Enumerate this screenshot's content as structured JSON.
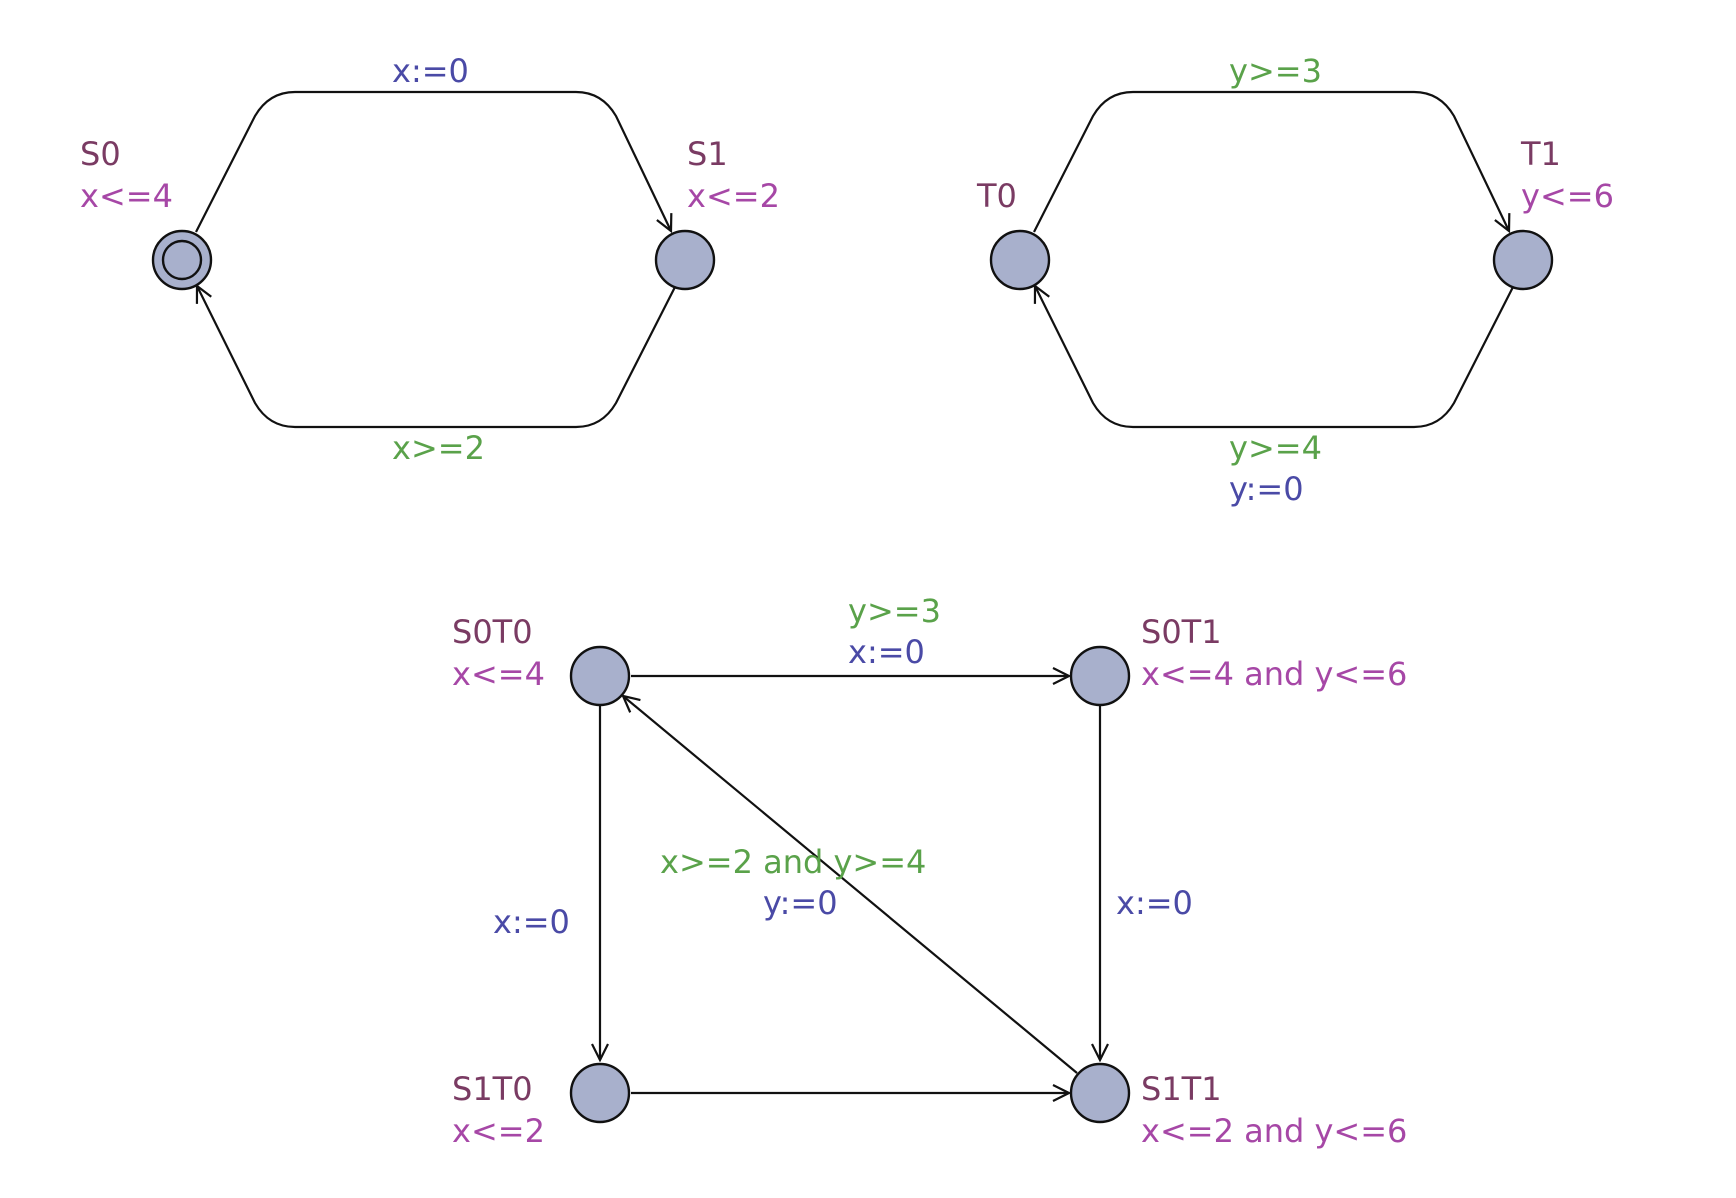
{
  "colors": {
    "location_name": "#7a3b63",
    "invariant": "#a647a6",
    "guard": "#5aa24a",
    "assignment": "#4a4aa6",
    "node_fill": "#a8b0cc",
    "edge": "#111111"
  },
  "automaton_s": {
    "locations": [
      {
        "id": "S0",
        "name": "S0",
        "invariant": "x<=4",
        "initial": true
      },
      {
        "id": "S1",
        "name": "S1",
        "invariant": "x<=2",
        "initial": false
      }
    ],
    "edges": [
      {
        "from": "S0",
        "to": "S1",
        "guard": "",
        "assignment": "x:=0"
      },
      {
        "from": "S1",
        "to": "S0",
        "guard": "x>=2",
        "assignment": ""
      }
    ]
  },
  "automaton_t": {
    "locations": [
      {
        "id": "T0",
        "name": "T0",
        "invariant": ""
      },
      {
        "id": "T1",
        "name": "T1",
        "invariant": "y<=6"
      }
    ],
    "edges": [
      {
        "from": "T0",
        "to": "T1",
        "guard": "y>=3",
        "assignment": ""
      },
      {
        "from": "T1",
        "to": "T0",
        "guard": "y>=4",
        "assignment": "y:=0"
      }
    ]
  },
  "product": {
    "locations": [
      {
        "id": "S0T0",
        "name": "S0T0",
        "invariant": "x<=4"
      },
      {
        "id": "S0T1",
        "name": "S0T1",
        "invariant": "x<=4 and y<=6"
      },
      {
        "id": "S1T0",
        "name": "S1T0",
        "invariant": "x<=2"
      },
      {
        "id": "S1T1",
        "name": "S1T1",
        "invariant": "x<=2 and y<=6"
      }
    ],
    "edges": [
      {
        "from": "S0T0",
        "to": "S0T1",
        "guard": "y>=3",
        "assignment": "x:=0"
      },
      {
        "from": "S0T0",
        "to": "S1T0",
        "guard": "",
        "assignment": "x:=0"
      },
      {
        "from": "S0T1",
        "to": "S1T1",
        "guard": "",
        "assignment": "x:=0"
      },
      {
        "from": "S1T0",
        "to": "S1T1",
        "guard": "",
        "assignment": ""
      },
      {
        "from": "S1T1",
        "to": "S0T0",
        "guard": "x>=2 and y>=4",
        "assignment": "y:=0"
      }
    ]
  }
}
